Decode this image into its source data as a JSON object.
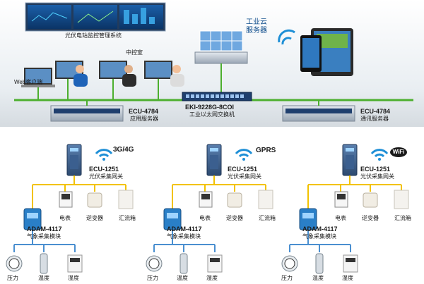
{
  "top": {
    "monitor_system": "光伏电站监控管理系统",
    "control_room": "中控室",
    "web_client": "Web客户端",
    "cloud_server": [
      "工业云",
      "服务器"
    ],
    "switch_model": "EKI-9228G-8COI",
    "switch_desc": "工业以太网交换机",
    "ecu_left_model": "ECU-4784",
    "ecu_left_desc": "应用服务器",
    "ecu_right_model": "ECU-4784",
    "ecu_right_desc": "通讯服务器"
  },
  "stations": [
    {
      "link": "3G/4G",
      "gateway_model": "ECU-1251",
      "gateway_desc": "光伏采集网关",
      "meter": "电表",
      "inverter": "逆变器",
      "combiner": "汇流箱",
      "adam_model": "ADAM-4117",
      "adam_desc": "气象采集模块",
      "pressure": "压力",
      "temperature": "温度",
      "humidity": "湿度"
    },
    {
      "link": "GPRS",
      "gateway_model": "ECU-1251",
      "gateway_desc": "光伏采集网关",
      "meter": "电表",
      "inverter": "逆变器",
      "combiner": "汇流箱",
      "adam_model": "ADAM-4117",
      "adam_desc": "气象采集模块",
      "pressure": "压力",
      "temperature": "温度",
      "humidity": "湿度"
    },
    {
      "link": "WiFi",
      "gateway_model": "ECU-1251",
      "gateway_desc": "光伏采集网关",
      "meter": "电表",
      "inverter": "逆变器",
      "combiner": "汇流箱",
      "adam_model": "ADAM-4117",
      "adam_desc": "气象采集模块",
      "pressure": "压力",
      "temperature": "温度",
      "humidity": "湿度"
    }
  ],
  "colors": {
    "bus_green": "#4caf2e",
    "field_yellow": "#f2c200",
    "sensor_blue": "#4a8fd0",
    "wifi_blue": "#1e8fd6",
    "device_steel": "#3d5f8a"
  }
}
